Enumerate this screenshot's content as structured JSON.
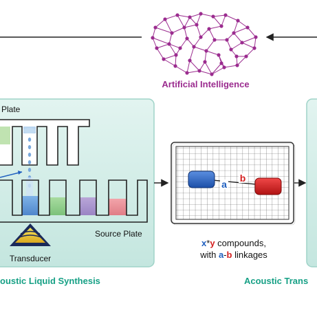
{
  "ai": {
    "label": "Artificial Intelligence",
    "color": "#9b2c8f"
  },
  "synthesis_panel": {
    "title_top": "Plate",
    "source_plate_label": "Source Plate",
    "transducer_label": "Transducer",
    "caption": "oustic Liquid Synthesis",
    "panel_color": "#cdeae4",
    "caption_color": "#16a085"
  },
  "compounds": {
    "line1_x": "x",
    "line1_op": "*",
    "line1_y": "y",
    "line1_rest": " compounds,",
    "line2_prefix": "with ",
    "line2_a": "a",
    "line2_dash": "-",
    "line2_b": "b",
    "line2_rest": " linkages",
    "node_a_label": "a",
    "node_b_label": "b",
    "blue": "#1f5fbf",
    "red": "#d42020"
  },
  "transfer_panel": {
    "caption": "Acoustic Trans"
  }
}
